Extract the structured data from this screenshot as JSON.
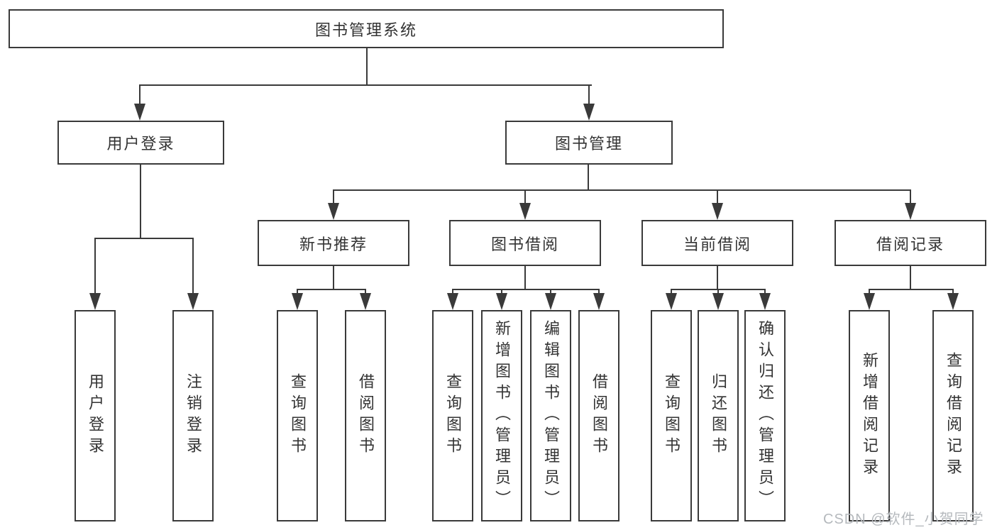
{
  "tree": {
    "label": "图书管理系统",
    "children": [
      {
        "label": "用户登录",
        "children": [
          {
            "label": "用户登录"
          },
          {
            "label": "注销登录"
          }
        ]
      },
      {
        "label": "图书管理",
        "children": [
          {
            "label": "新书推荐",
            "children": [
              {
                "label": "查询图书"
              },
              {
                "label": "借阅图书"
              }
            ]
          },
          {
            "label": "图书借阅",
            "children": [
              {
                "label": "查询图书"
              },
              {
                "label": "新增图书（管理员）"
              },
              {
                "label": "编辑图书（管理员）"
              },
              {
                "label": "借阅图书"
              }
            ]
          },
          {
            "label": "当前借阅",
            "children": [
              {
                "label": "查询图书"
              },
              {
                "label": "归还图书"
              },
              {
                "label": "确认归还（管理员）"
              }
            ]
          },
          {
            "label": "借阅记录",
            "children": [
              {
                "label": "新增借阅记录"
              },
              {
                "label": "查询借阅记录"
              }
            ]
          }
        ]
      }
    ]
  },
  "watermark": "CSDN @软件_小贺同学",
  "colors": {
    "line": "#3a3a3a",
    "text": "#333333",
    "watermark": "#b5b9bd",
    "background": "#ffffff"
  }
}
